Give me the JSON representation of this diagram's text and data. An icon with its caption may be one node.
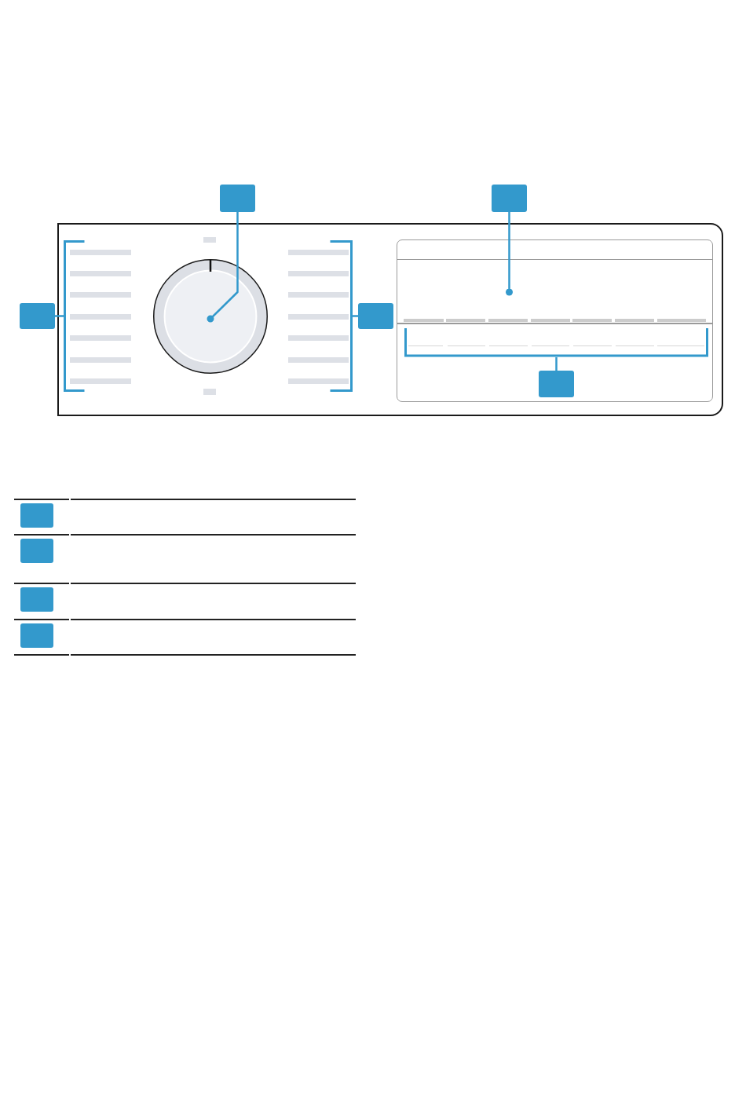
{
  "diagram": {
    "nodes": [
      {
        "text": [],
        "shape": "box"
      },
      {
        "text": [],
        "shape": "box"
      },
      {
        "text": [],
        "shape": "box"
      },
      {
        "text": [],
        "shape": "box"
      },
      {
        "text": [],
        "shape": "bar",
        "in": 2
      },
      {
        "text": [],
        "shape": "circle",
        "in": 2
      },
      {
        "text": [],
        "shape": "bar",
        "in": 2
      },
      {
        "text": [],
        "shape": "box",
        "in": 2
      },
      {
        "text": [],
        "shape": "box",
        "in": 2
      },
      {
        "text": [],
        "shape": "bar",
        "in": 8
      },
      {
        "text": [],
        "shape": "box",
        "in": 8
      },
      {
        "text": [],
        "shape": "box"
      },
      {
        "text": [],
        "shape": "box"
      },
      {
        "text": [],
        "shape": "box"
      },
      {
        "text": [],
        "shape": "box"
      }
    ],
    "edges": [
      {
        "from": 0,
        "to": 5,
        "arrow": "other"
      },
      {
        "from": 1,
        "to": 8,
        "arrow": "other"
      },
      {
        "from": 3,
        "to": 4,
        "arrow": "none"
      },
      {
        "from": 7,
        "to": 6,
        "arrow": "none"
      },
      {
        "from": 10,
        "to": 9,
        "arrow": "none"
      }
    ]
  }
}
